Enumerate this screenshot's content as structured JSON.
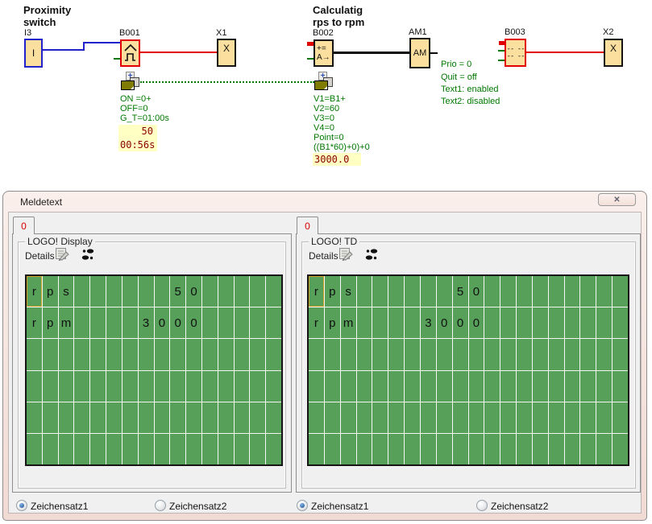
{
  "diagram": {
    "comment_proximity": {
      "line1": "Proximity",
      "line2": "switch"
    },
    "comment_calc": {
      "line1": "Calculatig",
      "line2": "rps to rpm"
    },
    "blocks": {
      "i3": {
        "ref": "I3",
        "label": "I"
      },
      "b001": {
        "ref": "B001"
      },
      "x1": {
        "ref": "X1",
        "label": "X"
      },
      "b002": {
        "ref": "B002",
        "line1": "+=",
        "line2": "A→"
      },
      "am1": {
        "ref": "AM1",
        "label": "AM"
      },
      "b003": {
        "ref": "B003",
        "line1": "-- --",
        "line2": "-- --"
      },
      "x2": {
        "ref": "X2",
        "label": "X"
      }
    },
    "b001_params": [
      "ON =0+",
      "OFF=0",
      "G_T=01:00s"
    ],
    "b001_values": [
      "50",
      "00:56s"
    ],
    "b002_params": [
      "V1=B1+",
      "V2=60",
      "V3=0",
      "V4=0",
      "Point=0",
      "((B1*60)+0)+0"
    ],
    "b002_value": "3000.0",
    "b003_status": [
      "Prio = 0",
      "Quit = off",
      "Text1: enabled",
      "Text2: disabled"
    ]
  },
  "dialog": {
    "title": "Meldetext",
    "close_glyph": "✕",
    "panels": [
      {
        "tab": "0",
        "group": "LOGO! Display",
        "details": "Details",
        "display": {
          "cols": 16,
          "rows": 6,
          "lines": [
            "rps      50",
            "rpm    3000"
          ],
          "cursor": {
            "row": 0,
            "col": 0
          }
        },
        "radio1": {
          "label": "Zeichensatz1",
          "selected": true
        },
        "radio2": {
          "label": "Zeichensatz2",
          "selected": false
        }
      },
      {
        "tab": "0",
        "group": "LOGO! TD",
        "details": "Details",
        "display": {
          "cols": 20,
          "rows": 6,
          "lines": [
            "rps      50",
            "rpm    3000"
          ],
          "cursor": {
            "row": 0,
            "col": 0
          }
        },
        "radio1": {
          "label": "Zeichensatz1",
          "selected": true
        },
        "radio2": {
          "label": "Zeichensatz2",
          "selected": false
        }
      }
    ]
  },
  "colors": {
    "block_fill": "#FBDF9E",
    "red": "#E00000",
    "blue": "#2323CC",
    "green": "#007800",
    "lcd_green": "#57A05A",
    "lcd_cursor": "#C9A227",
    "value_bg": "#FFFFC4",
    "value_fg": "#8B0000",
    "tab_label": "#D40000"
  }
}
